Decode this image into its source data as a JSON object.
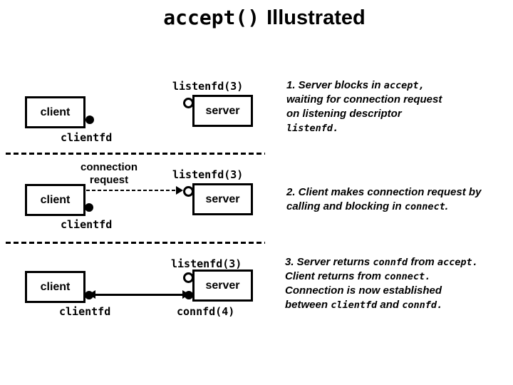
{
  "colors": {
    "ink": "#000000",
    "background": "#ffffff"
  },
  "title": {
    "code": "accept()",
    "text": "Illustrated"
  },
  "diagram": {
    "panel1": {
      "listenfd_label": "listenfd(3)",
      "server_label": "server",
      "client_label": "client",
      "clientfd_label": "clientfd"
    },
    "panel2": {
      "request_label_line1": "connection",
      "request_label_line2": "request",
      "listenfd_label": "listenfd(3)",
      "server_label": "server",
      "client_label": "client",
      "clientfd_label": "clientfd"
    },
    "panel3": {
      "listenfd_label": "listenfd(3)",
      "server_label": "server",
      "client_label": "client",
      "clientfd_label": "clientfd",
      "connfd_label": "connfd(4)"
    }
  },
  "notes": {
    "note1": {
      "l1a": "1. Server blocks in ",
      "l1b": "accept,",
      "l2": "waiting for connection request",
      "l3": "on listening descriptor",
      "l4": "listenfd."
    },
    "note2": {
      "l1": "2. Client makes connection request by",
      "l2a": "calling and blocking in ",
      "l2b": "connect",
      "l2c": "."
    },
    "note3": {
      "l1a": "3. Server returns ",
      "l1b": "connfd",
      "l1c": " from ",
      "l1d": "accept.",
      "l2a": "Client returns from ",
      "l2b": "connect.",
      "l3": "Connection is now established",
      "l4a": "between ",
      "l4b": "clientfd",
      "l4c": " and ",
      "l4d": "connfd."
    }
  }
}
